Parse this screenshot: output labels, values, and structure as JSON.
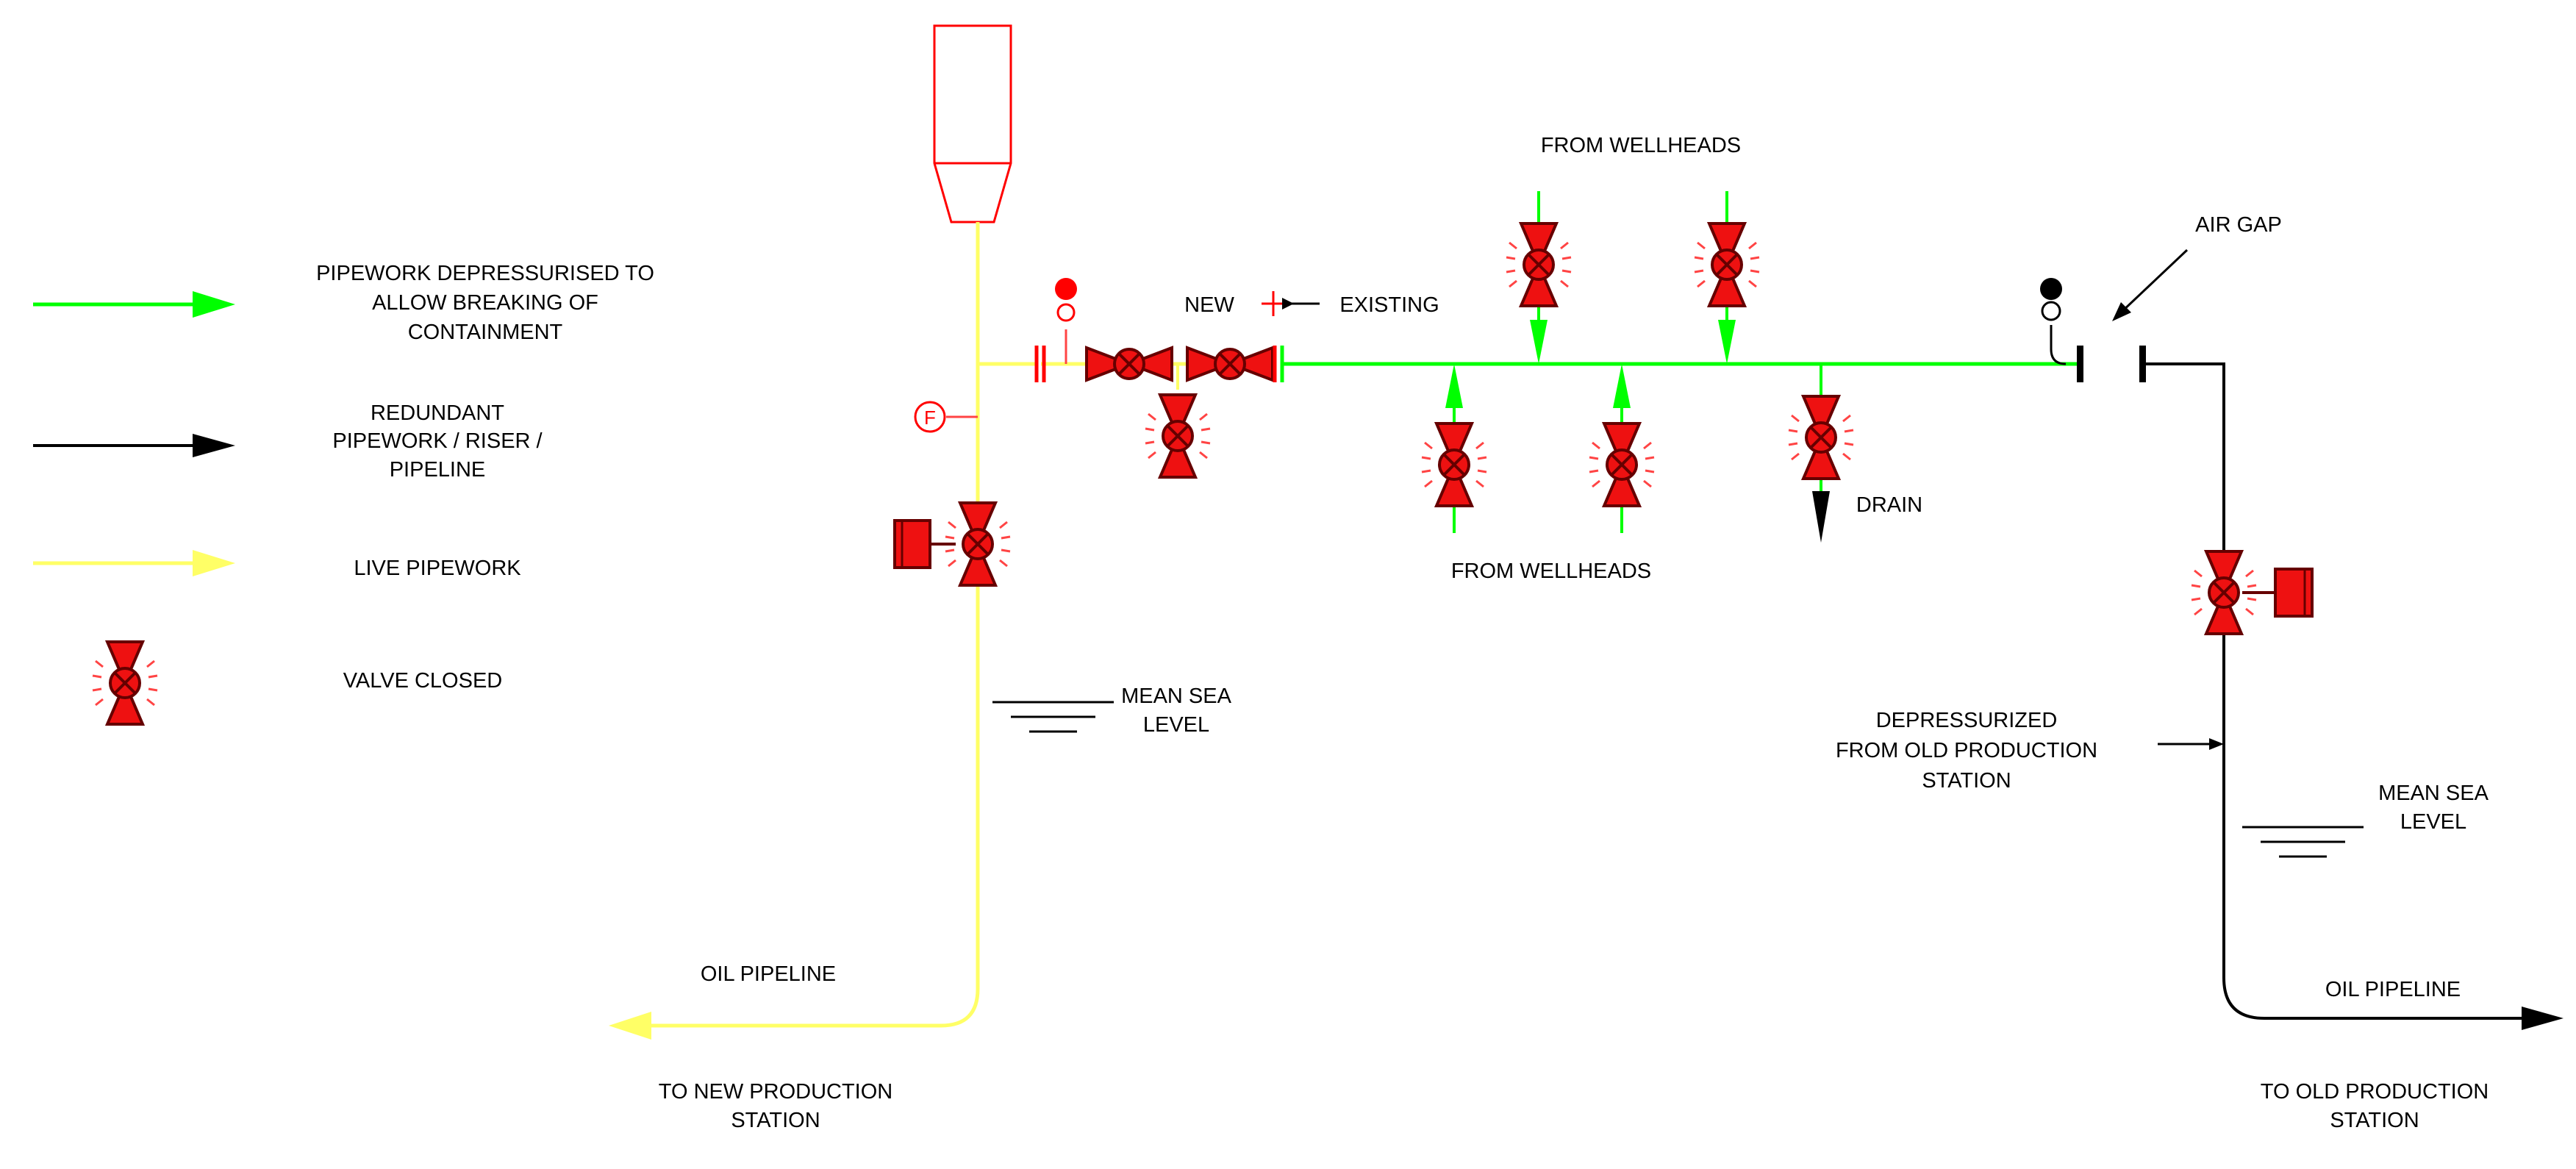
{
  "legend": {
    "items": [
      {
        "lines": [
          "PIPEWORK DEPRESSURISED TO",
          "ALLOW BREAKING OF",
          "CONTAINMENT"
        ],
        "color": "#00ff00"
      },
      {
        "lines": [
          "REDUNDANT",
          "PIPEWORK / RISER /",
          "PIPELINE"
        ],
        "color": "#000000"
      },
      {
        "lines": [
          "LIVE PIPEWORK"
        ],
        "color": "#ffff66"
      },
      {
        "lines": [
          "VALVE CLOSED"
        ],
        "color": "#ff0000"
      }
    ]
  },
  "labels": {
    "new": "NEW",
    "existing": "EXISTING",
    "from_wellheads_top": "FROM WELLHEADS",
    "from_wellheads_bottom": "FROM WELLHEADS",
    "drain": "DRAIN",
    "air_gap": "AIR GAP",
    "msl_left": [
      "MEAN SEA",
      "LEVEL"
    ],
    "msl_right": [
      "MEAN SEA",
      "LEVEL"
    ],
    "depressurized": [
      "DEPRESSURIZED",
      "FROM OLD PRODUCTION",
      "STATION"
    ],
    "oil_pipeline_left": "OIL PIPELINE",
    "oil_pipeline_right": "OIL PIPELINE",
    "to_new_station": [
      "TO NEW PRODUCTION",
      "STATION"
    ],
    "to_old_station": [
      "TO OLD PRODUCTION",
      "STATION"
    ],
    "flow_meter": "F"
  },
  "colors": {
    "live": "#ffff66",
    "depressurised": "#00ff00",
    "redundant": "#000000",
    "valve_closed": "#ff0000",
    "valve_open": "#ff0000",
    "flare": "#ff0000"
  },
  "icons": [
    "closed-valve-icon",
    "open-valve-icon",
    "flare-stack-icon",
    "flow-meter-icon",
    "pressure-gauge-icon",
    "actuator-icon",
    "flange-icon",
    "blind-flange-icon",
    "arrow-icon",
    "sea-level-icon"
  ]
}
